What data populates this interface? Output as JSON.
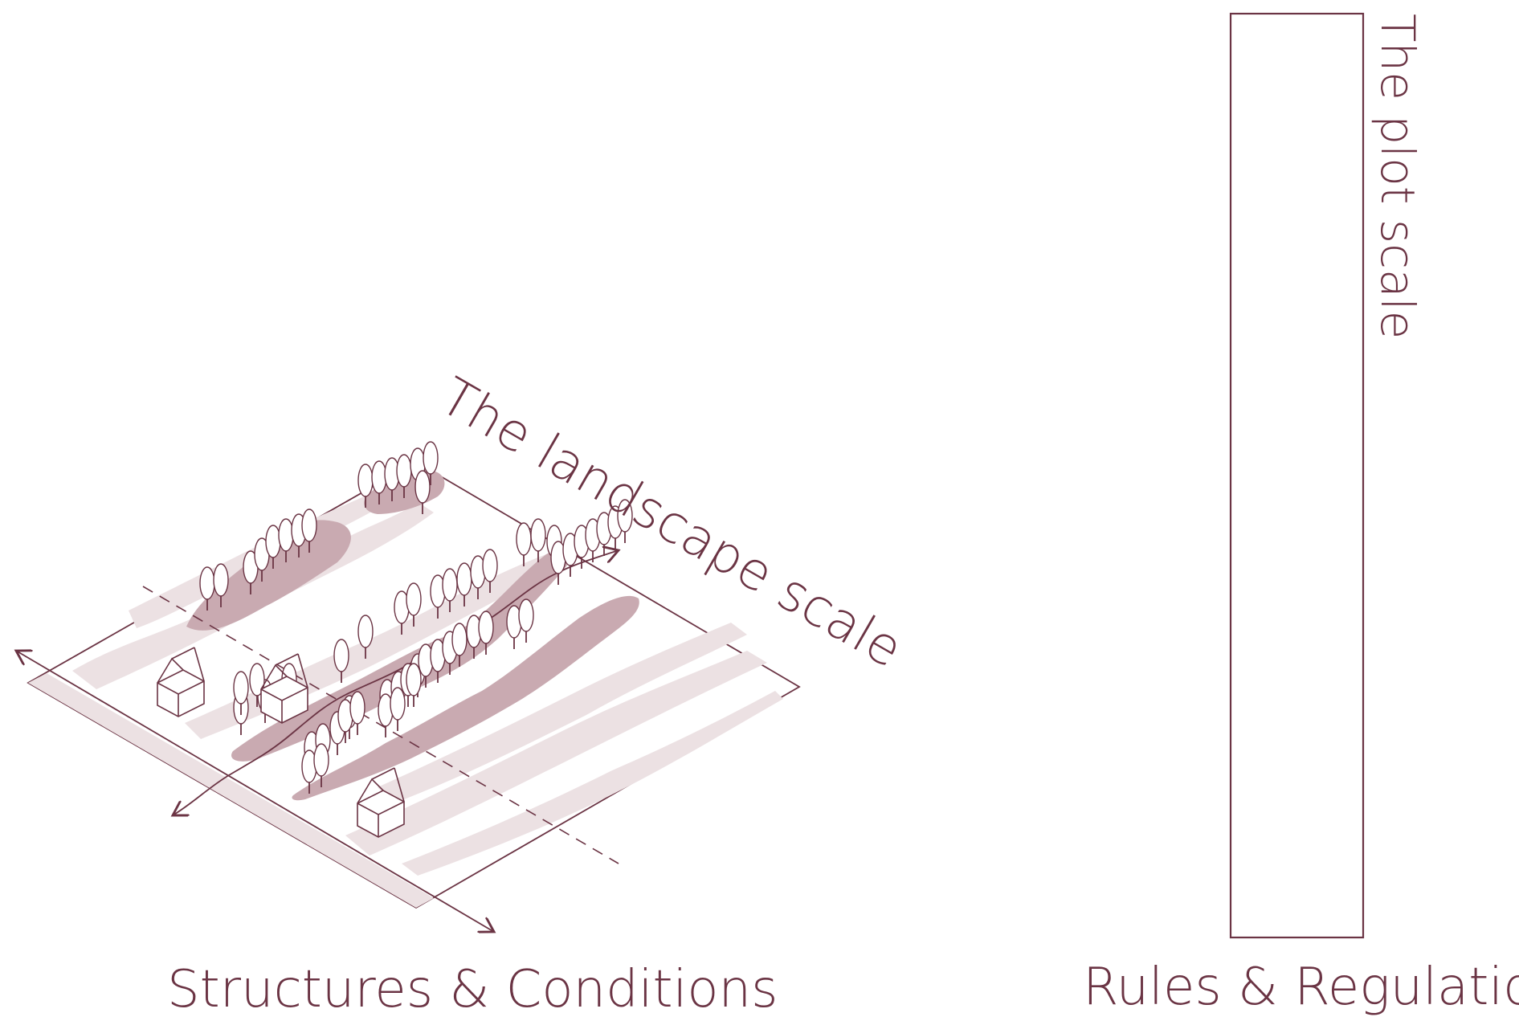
{
  "labels": {
    "landscape_scale": "The landscape scale",
    "plot_scale": "The plot scale",
    "structures_conditions": "Structures & Conditions",
    "rules_regulations": "Rules & Regulations"
  },
  "colors": {
    "line": "#6b3444",
    "fill_light": "#ece1e3",
    "fill_mid": "#c9aab1",
    "background": "#ffffff"
  },
  "icons": {
    "house": "house-icon",
    "tree": "tree-icon",
    "arrow": "arrow-icon"
  }
}
